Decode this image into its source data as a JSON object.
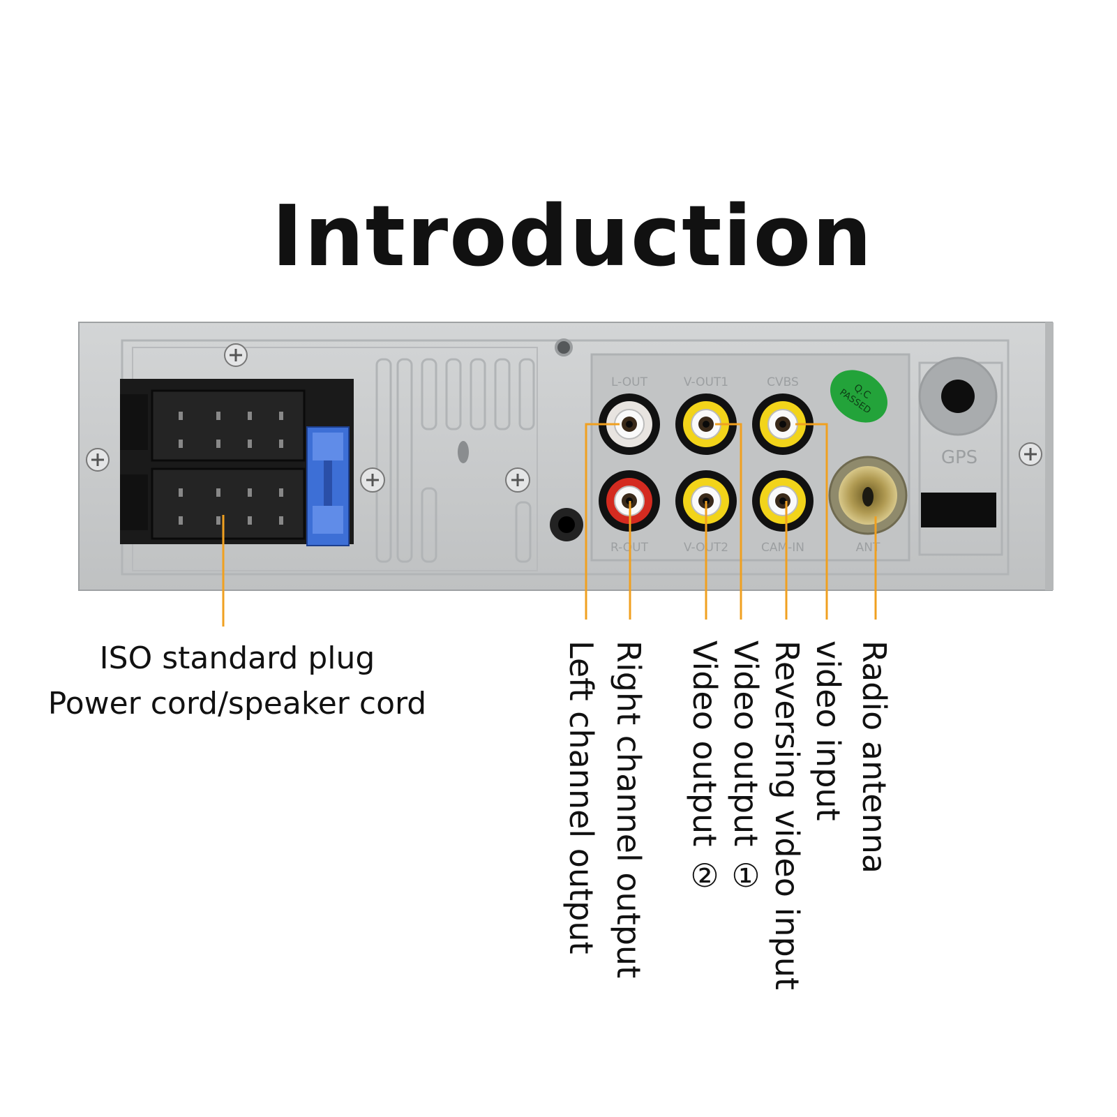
{
  "title": "Introduction",
  "iso": {
    "line1": "ISO standard plug",
    "line2": "Power cord/speaker cord"
  },
  "ports": [
    {
      "id": "left-channel-output",
      "label": "Left channel output"
    },
    {
      "id": "right-channel-output",
      "label": "Right channel output"
    },
    {
      "id": "video-output-2",
      "label": "Video output ②"
    },
    {
      "id": "video-output-1",
      "label": "Video output ①"
    },
    {
      "id": "reversing-video-input",
      "label": "Reversing video input"
    },
    {
      "id": "video-input",
      "label": "video input"
    },
    {
      "id": "radio-antenna",
      "label": "Radio antenna"
    }
  ],
  "panel_text": {
    "l_out": "L-OUT",
    "v_out1": "V-OUT1",
    "cvbs": "CVBS",
    "r_out": "R-OUT",
    "v_out2": "V-OUT2",
    "cam_in": "CAM-IN",
    "ant": "ANT",
    "gps": "GPS",
    "qc_1": "Q.C",
    "qc_2": "PASSED"
  },
  "colors": {
    "panel": "#c9cbcc",
    "leader": "#f0a020",
    "rca_yellow": "#f2d41a",
    "rca_red": "#d42b20",
    "rca_white": "#e8e4e0",
    "fuse": "#3d6fd6",
    "qc_badge": "#23a33a"
  }
}
